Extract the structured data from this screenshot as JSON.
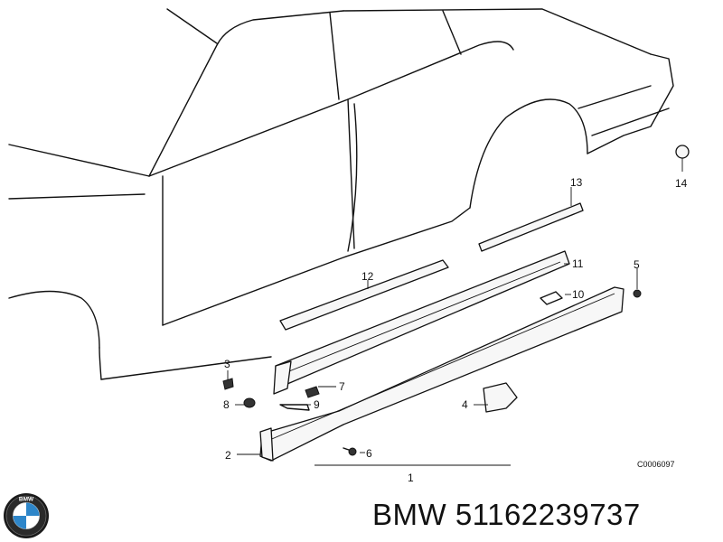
{
  "diagram": {
    "callouts": [
      "1",
      "2",
      "3",
      "4",
      "5",
      "6",
      "7",
      "8",
      "9",
      "10",
      "11",
      "12",
      "13",
      "14"
    ],
    "drawing_code": "C0006097"
  },
  "footer": {
    "brand": "BMW",
    "part_number": "51162239737",
    "logo_text": "BMW"
  }
}
